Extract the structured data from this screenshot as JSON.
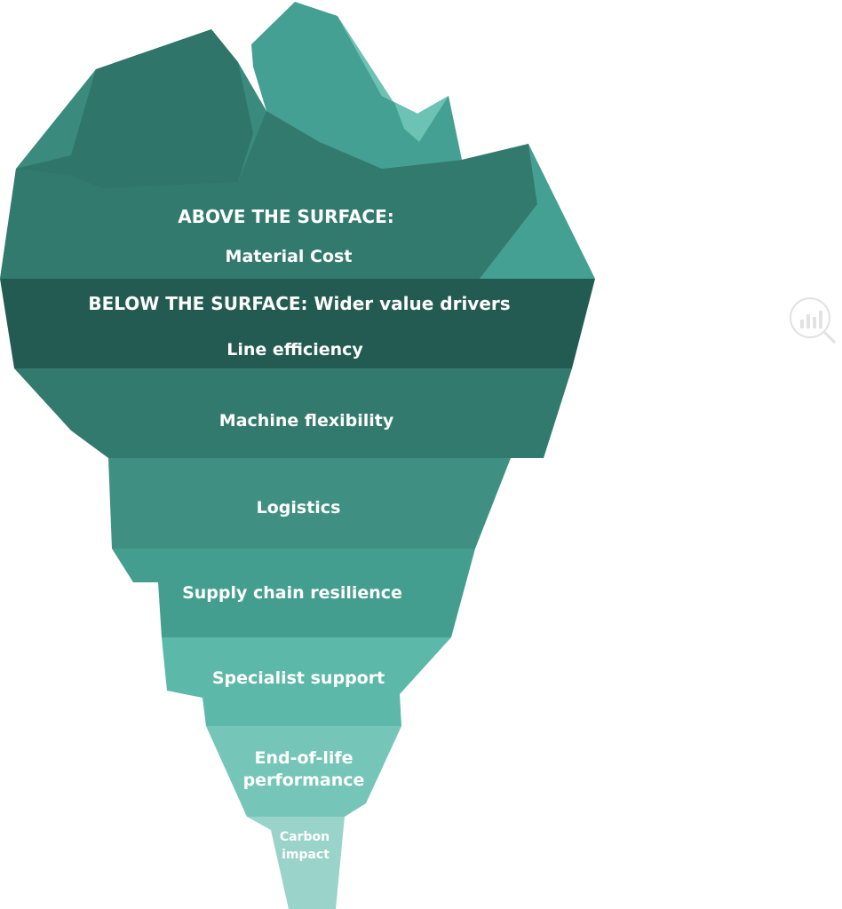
{
  "title": "",
  "colors": {
    "tip_dark": "#337a6e",
    "tip_mid": "#43a092",
    "tip_light": "#6cc2b3",
    "waterline_band": "#235b52",
    "band_1": "#337a6e",
    "band_2": "#3f8f82",
    "band_3": "#449e90",
    "band_4": "#5cb8a9",
    "band_5": "#75c6b8",
    "band_6": "#9ad3c9",
    "label_text": "#ffffff"
  },
  "above": {
    "heading": "ABOVE THE SURFACE:",
    "item": "Material Cost"
  },
  "below": {
    "heading": "BELOW THE SURFACE: Wider value drivers",
    "items": [
      {
        "lines": [
          "Line efficiency"
        ]
      },
      {
        "lines": [
          "Machine flexibility"
        ]
      },
      {
        "lines": [
          "Logistics"
        ]
      },
      {
        "lines": [
          "Supply chain resilience"
        ]
      },
      {
        "lines": [
          "Specialist support"
        ]
      },
      {
        "lines": [
          "End-of-life",
          "performance"
        ]
      },
      {
        "lines": [
          "Carbon",
          "impact"
        ]
      }
    ]
  },
  "watermark_icon": "chart-magnifier-icon"
}
